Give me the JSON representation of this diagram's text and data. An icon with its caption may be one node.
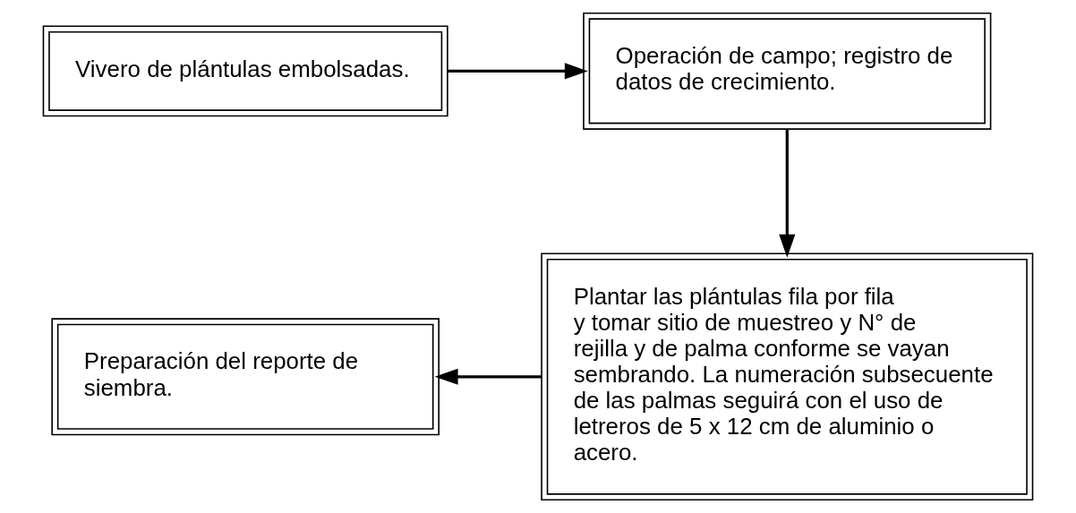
{
  "diagram": {
    "nodes": [
      {
        "text": [
          "Vivero de plántulas embolsadas."
        ]
      },
      {
        "text": [
          "Operación de campo; registro de datos de crecimiento."
        ]
      },
      {
        "text": [
          "Plantar las plántulas fila por fila y tomar sitio de muestreo y N° de rejilla y de palma conforme se vayan sembrando. La numeración subsecuente de las palmas seguirá con el uso de letreros de 5 x 12 cm de aluminio o acero."
        ]
      },
      {
        "text": [
          "Preparación del reporte de siembra."
        ]
      }
    ],
    "edges": [
      {
        "from": 0,
        "to": 1,
        "arrow": "to"
      },
      {
        "from": 1,
        "to": 2,
        "arrow": "to"
      },
      {
        "from": 2,
        "to": 3,
        "arrow": "to"
      }
    ]
  }
}
